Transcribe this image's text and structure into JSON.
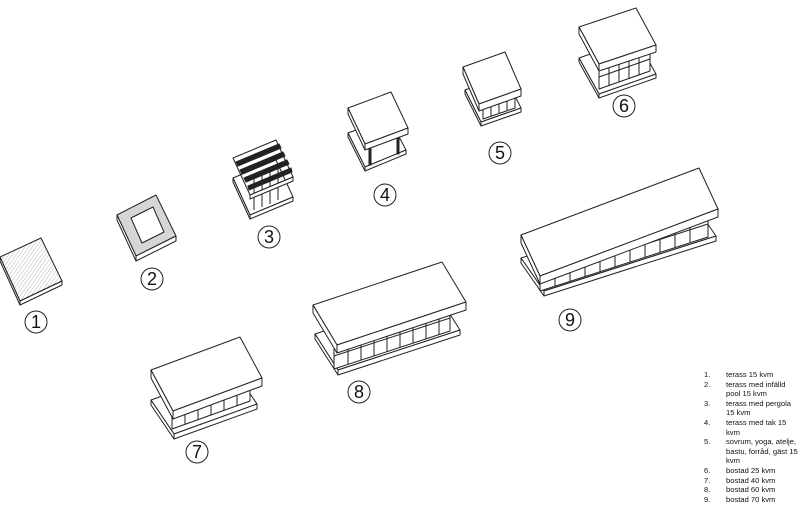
{
  "modules": [
    {
      "number": "1"
    },
    {
      "number": "2"
    },
    {
      "number": "3"
    },
    {
      "number": "4"
    },
    {
      "number": "5"
    },
    {
      "number": "6"
    },
    {
      "number": "7"
    },
    {
      "number": "8"
    },
    {
      "number": "9"
    }
  ],
  "legend": [
    {
      "number": "1.",
      "text": "terass 15 kvm"
    },
    {
      "number": "2.",
      "text": "terass med infälld pool 15 kvm"
    },
    {
      "number": "3.",
      "text": "terass med pergola 15 kvm"
    },
    {
      "number": "4.",
      "text": "terass med tak 15 kvm"
    },
    {
      "number": "5.",
      "text": "sovrum, yoga, atelje, bastu, forråd, gäst 15 kvm"
    },
    {
      "number": "6.",
      "text": "bostad 25 kvm"
    },
    {
      "number": "7.",
      "text": "bostad 40 kvm"
    },
    {
      "number": "8.",
      "text": "bostad 60 kvm"
    },
    {
      "number": "9.",
      "text": "bostad 70 kvm"
    }
  ]
}
